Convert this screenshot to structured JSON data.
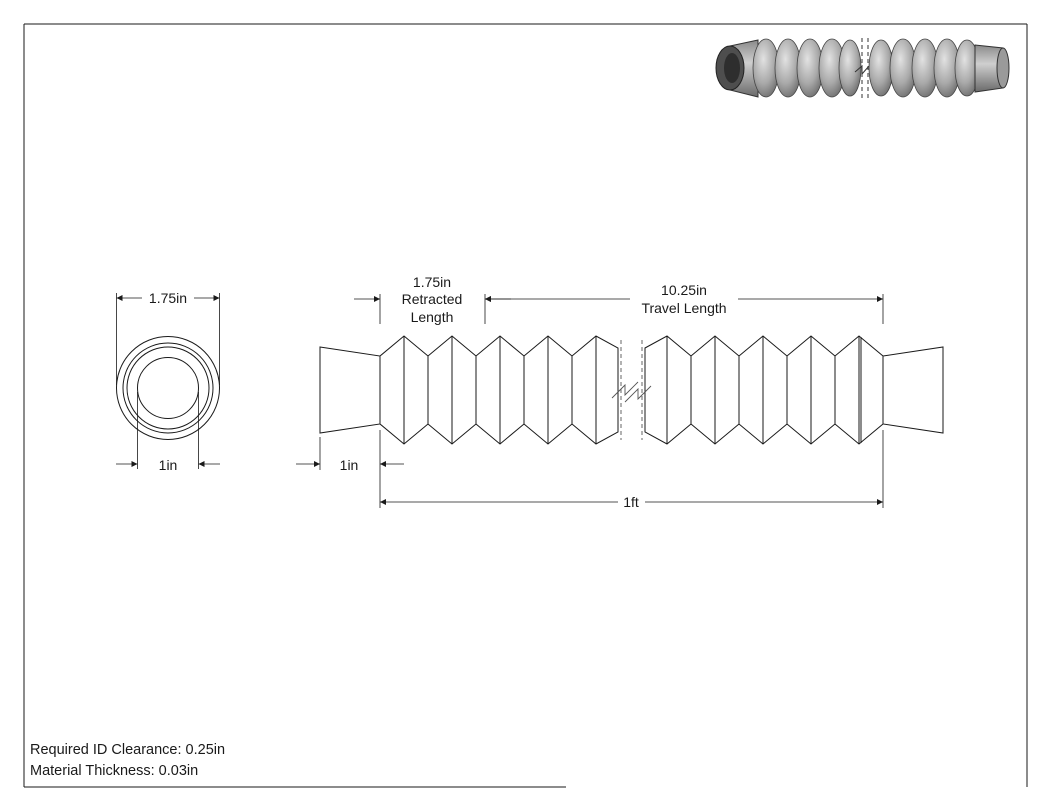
{
  "dimensions": {
    "outer_diameter": "1.75in",
    "inner_diameter": "1in",
    "end_length": "1in",
    "retracted_line1": "1.75in",
    "retracted_line2": "Retracted",
    "retracted_line3": "Length",
    "travel_line1": "10.25in",
    "travel_line2": "Travel Length",
    "overall_length": "1ft"
  },
  "notes": {
    "id_clearance": "Required ID Clearance: 0.25in",
    "material_thickness": "Material Thickness: 0.03in"
  },
  "colors": {
    "line": "#1a1a1a",
    "body_fill": "#ffffff",
    "iso_dark": "#555555",
    "iso_light": "#bdbdbd"
  },
  "icons": {
    "break_symbol": "break-lines-icon",
    "arrowhead": "arrowhead-icon"
  }
}
